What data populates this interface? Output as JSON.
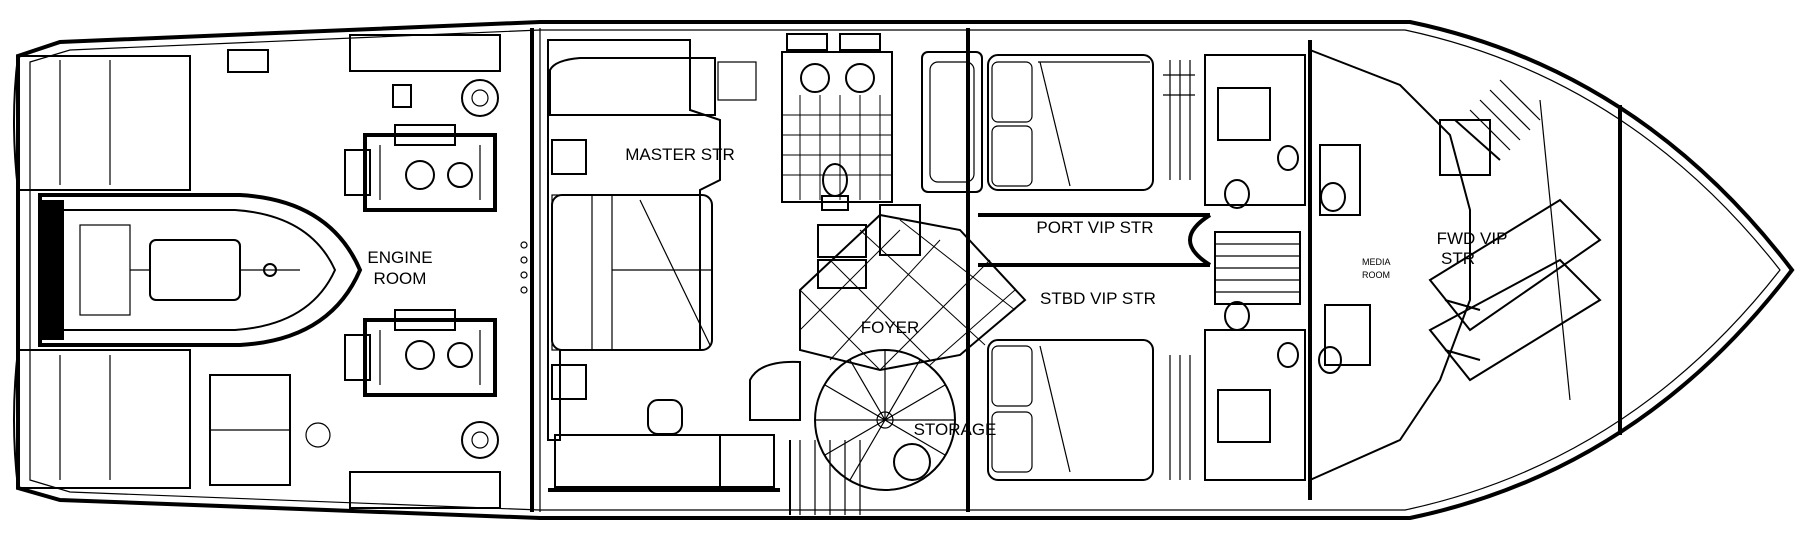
{
  "diagram": {
    "rooms": {
      "engine_room_line1": "ENGINE",
      "engine_room_line2": "ROOM",
      "master": "MASTER STR",
      "foyer": "FOYER",
      "storage": "STORAGE",
      "port_vip": "PORT VIP STR",
      "stbd_vip": "STBD VIP STR",
      "fwd_vip_line1": "FWD VIP",
      "fwd_vip_line2": "STR",
      "media_room_line1": "MEDIA",
      "media_room_line2": "ROOM"
    },
    "colors": {
      "ink": "#000000",
      "paper": "#ffffff"
    }
  }
}
